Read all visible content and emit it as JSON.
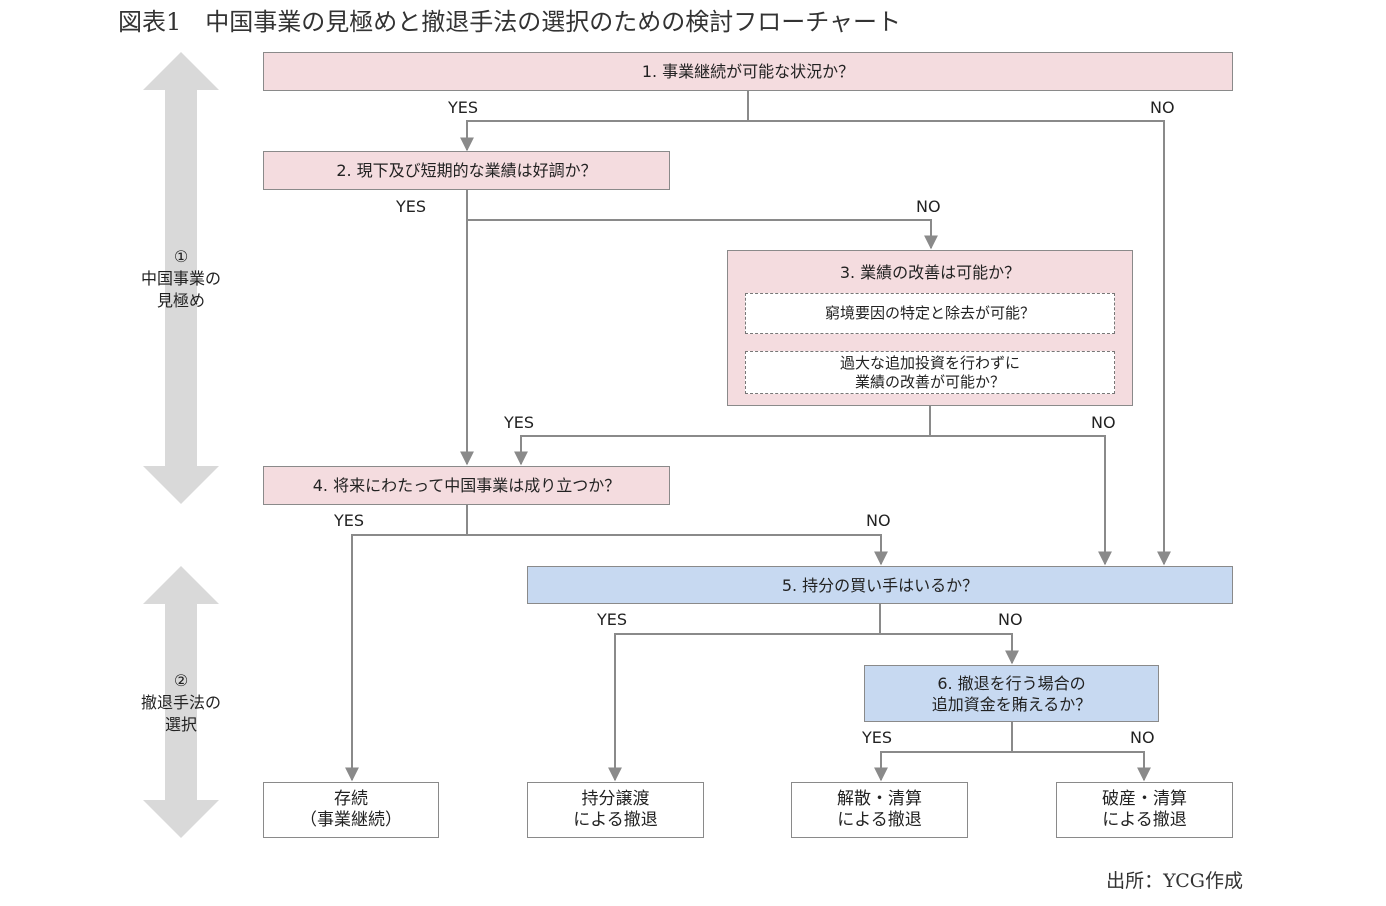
{
  "title": "図表1　中国事業の見極めと撤退手法の選択のための検討フローチャート",
  "source": "出所：YCG作成",
  "phases": {
    "phase1": "①\n中国事業の\n見極め",
    "phase2": "②\n撤退手法の\n選択"
  },
  "questions": {
    "q1": "1. 事業継続が可能な状況か？",
    "q2": "2. 現下及び短期的な業績は好調か？",
    "q3": "3. 業績の改善は可能か？",
    "q3_sub1": "窮境要因の特定と除去が可能？",
    "q3_sub2": "過大な追加投資を行わずに\n業績の改善が可能か？",
    "q4": "4. 将来にわたって中国事業は成り立つか？",
    "q5": "5. 持分の買い手はいるか？",
    "q6": "6. 撤退を行う場合の\n追加資金を賄えるか？"
  },
  "outcomes": {
    "o1": "存続\n（事業継続）",
    "o2": "持分譲渡\nによる撤退",
    "o3": "解散・清算\nによる撤退",
    "o4": "破産・清算\nによる撤退"
  },
  "branch_labels": {
    "yes": "YES",
    "no": "NO"
  },
  "colors": {
    "phase1_box": "#f4dcdf",
    "phase2_box": "#c7d9f1",
    "arrow": "#d9d9d9",
    "line": "#8a8a8a"
  }
}
